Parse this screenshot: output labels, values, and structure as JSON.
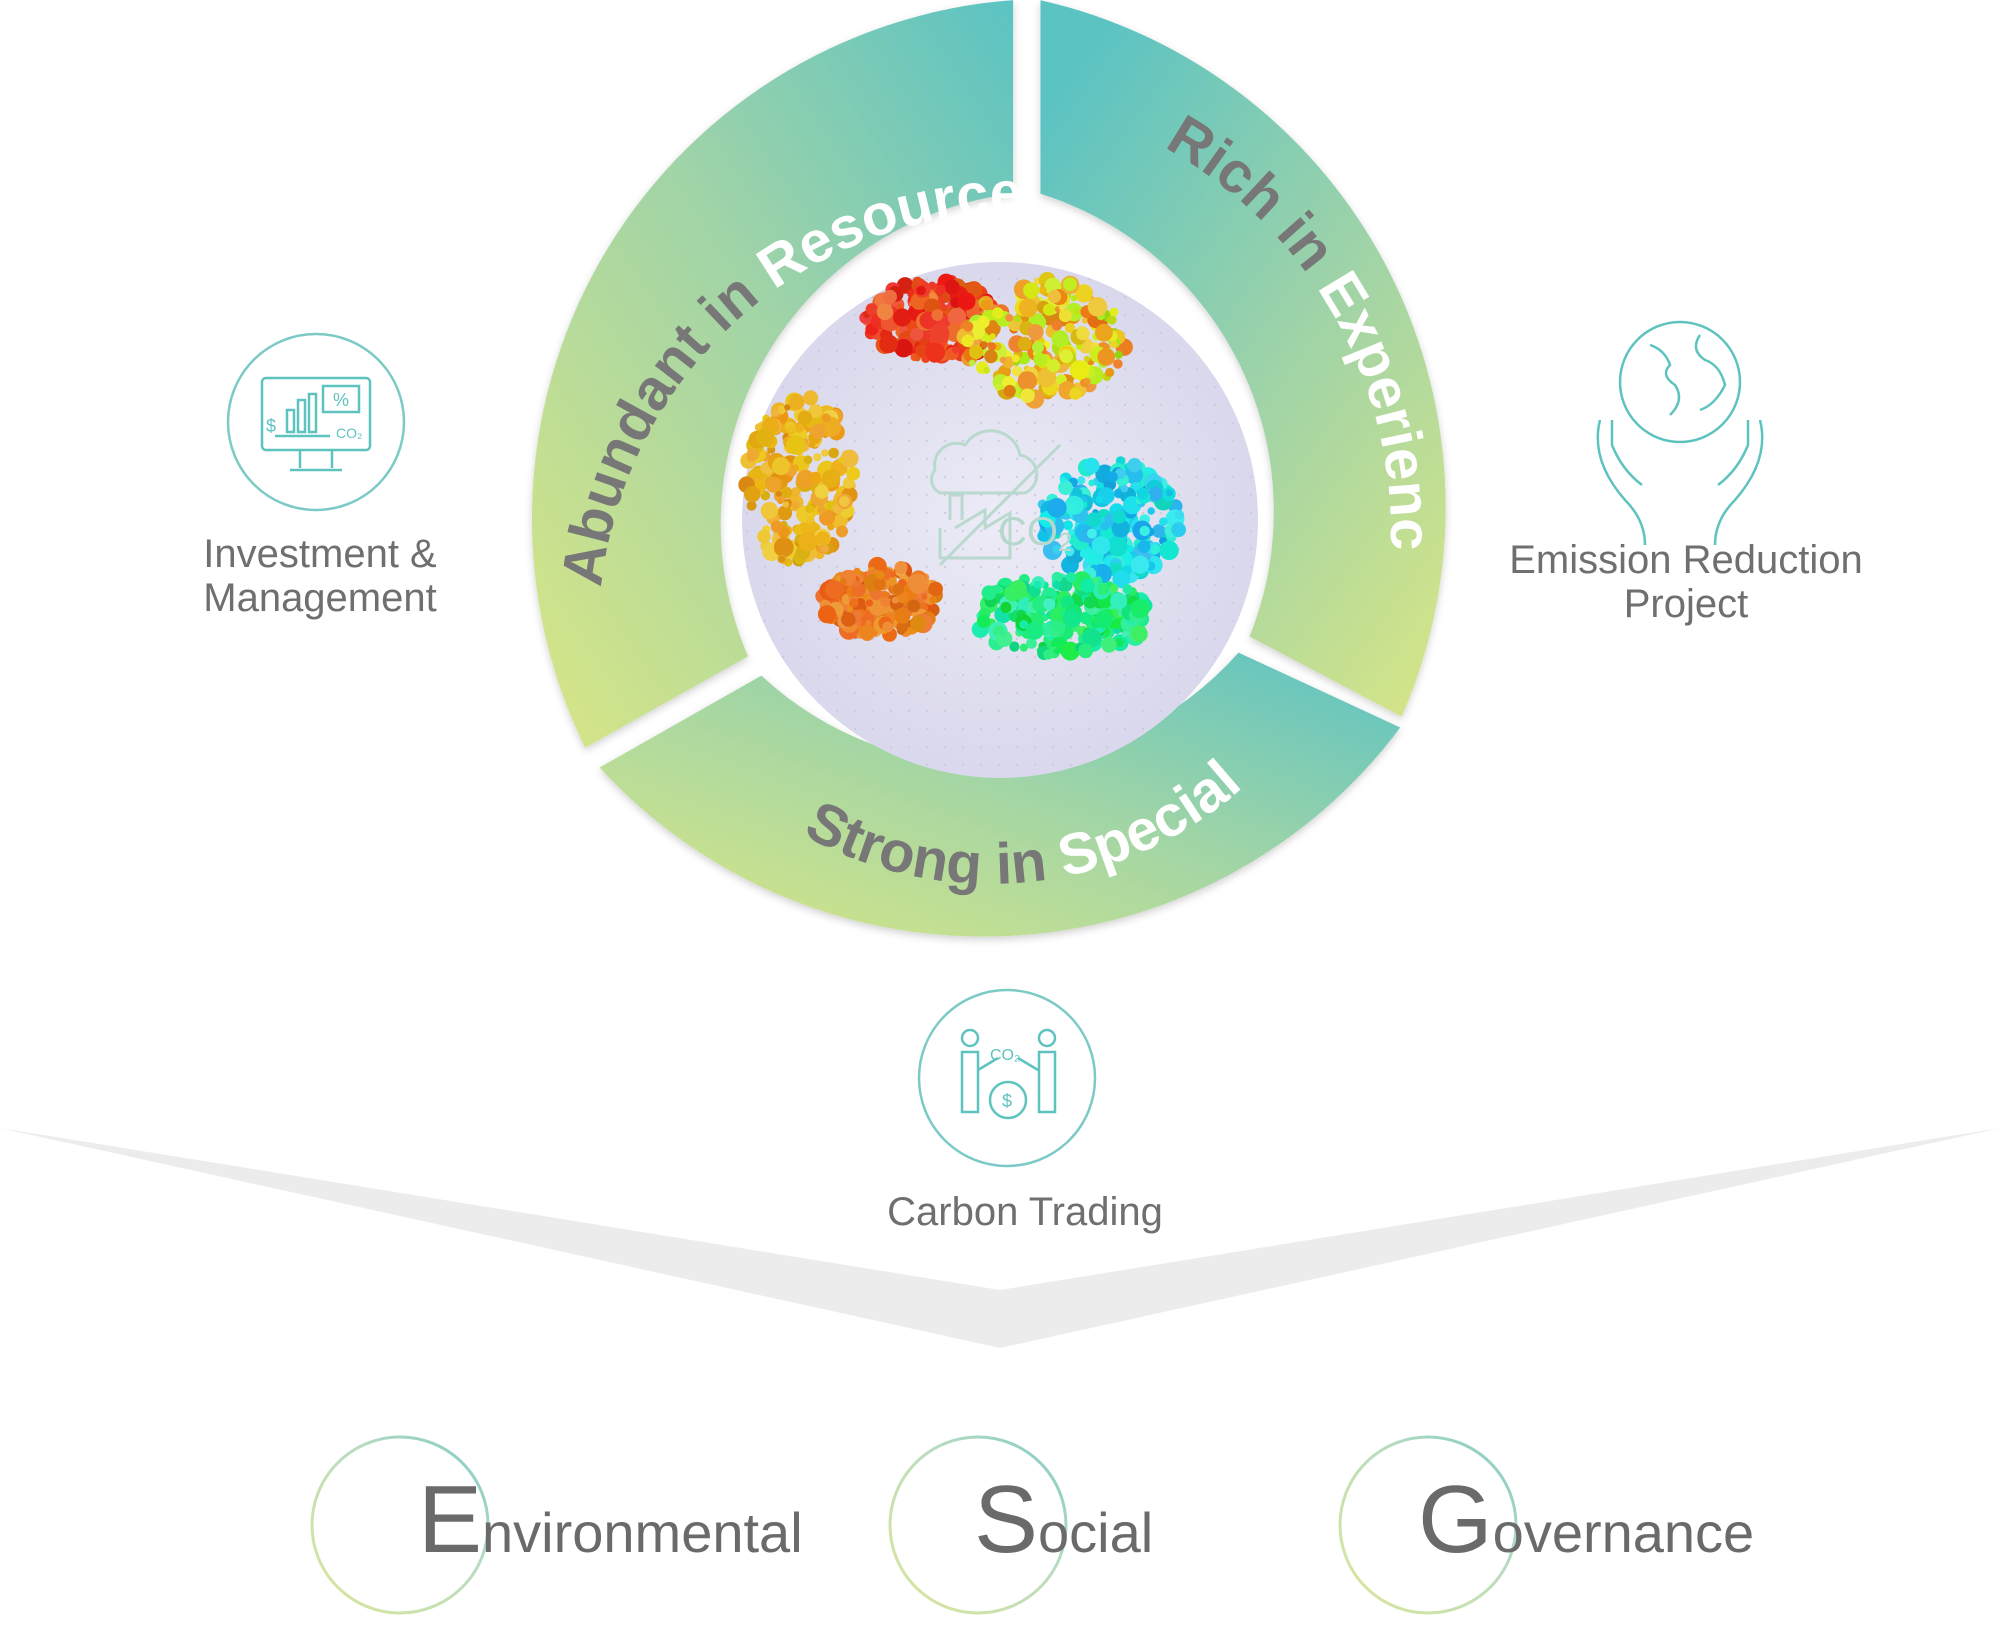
{
  "ring": {
    "segments": [
      {
        "id": "resources",
        "dark": "Abundant in ",
        "light": "Resources"
      },
      {
        "id": "experience",
        "dark": "Rich in ",
        "light": "Experience"
      },
      {
        "id": "specialty",
        "dark": "Strong in ",
        "light": "Specialty"
      }
    ],
    "center": {
      "co2": "CO",
      "sub": "2"
    }
  },
  "features": {
    "investment": {
      "line1": "Investment &",
      "line2": "Management",
      "icon": "monitor-chart-icon",
      "icon_text_pct": "%",
      "icon_text_dollar": "$",
      "icon_text_co2": "CO₂"
    },
    "emission": {
      "line1": "Emission Reduction",
      "line2": "Project",
      "icon": "globe-hands-icon"
    },
    "trading": {
      "line1": "Carbon Trading",
      "icon": "carbon-trading-icon",
      "icon_text_co2": "CO₂",
      "icon_text_dollar": "$"
    }
  },
  "esg": [
    {
      "id": "environmental",
      "cap": "E",
      "rest": "nvironmental"
    },
    {
      "id": "social",
      "cap": "S",
      "rest": "ocial"
    },
    {
      "id": "governance",
      "cap": "G",
      "rest": "overnance"
    }
  ],
  "colors": {
    "teal": "#5bc2c2",
    "lime": "#d8e483",
    "text_dark": "#6f6f6f",
    "chevron": "#ececec",
    "icon_stroke": "#5ec3bf"
  }
}
